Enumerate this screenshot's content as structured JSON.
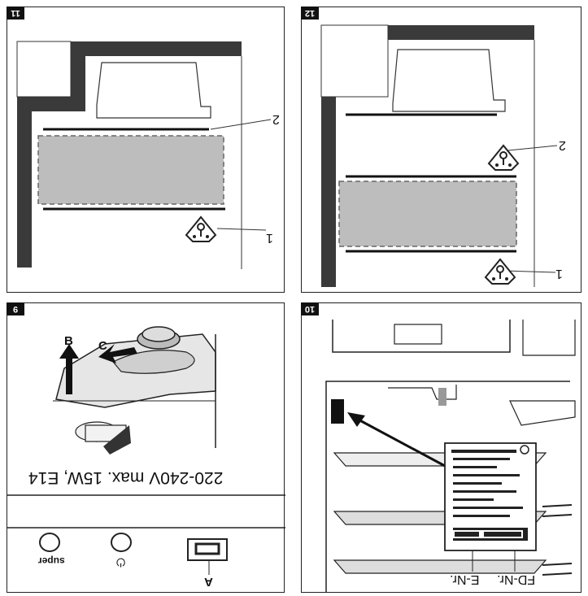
{
  "figures": {
    "fig11": {
      "number": "11",
      "callout_top": "2",
      "callout_bottom": "1"
    },
    "fig12": {
      "number": "12",
      "callout_top": "2",
      "callout_bottom": "1"
    },
    "fig9": {
      "number": "9",
      "label_b": "B",
      "label_c": "C",
      "lamp_spec": "220-240V max. 15W, E14",
      "btn_super_label": "super",
      "btn_power_label": "⏻",
      "switch_label": "A"
    },
    "fig10": {
      "number": "10",
      "e_nr": "E-Nr.",
      "fd_nr": "FD-Nr."
    }
  }
}
